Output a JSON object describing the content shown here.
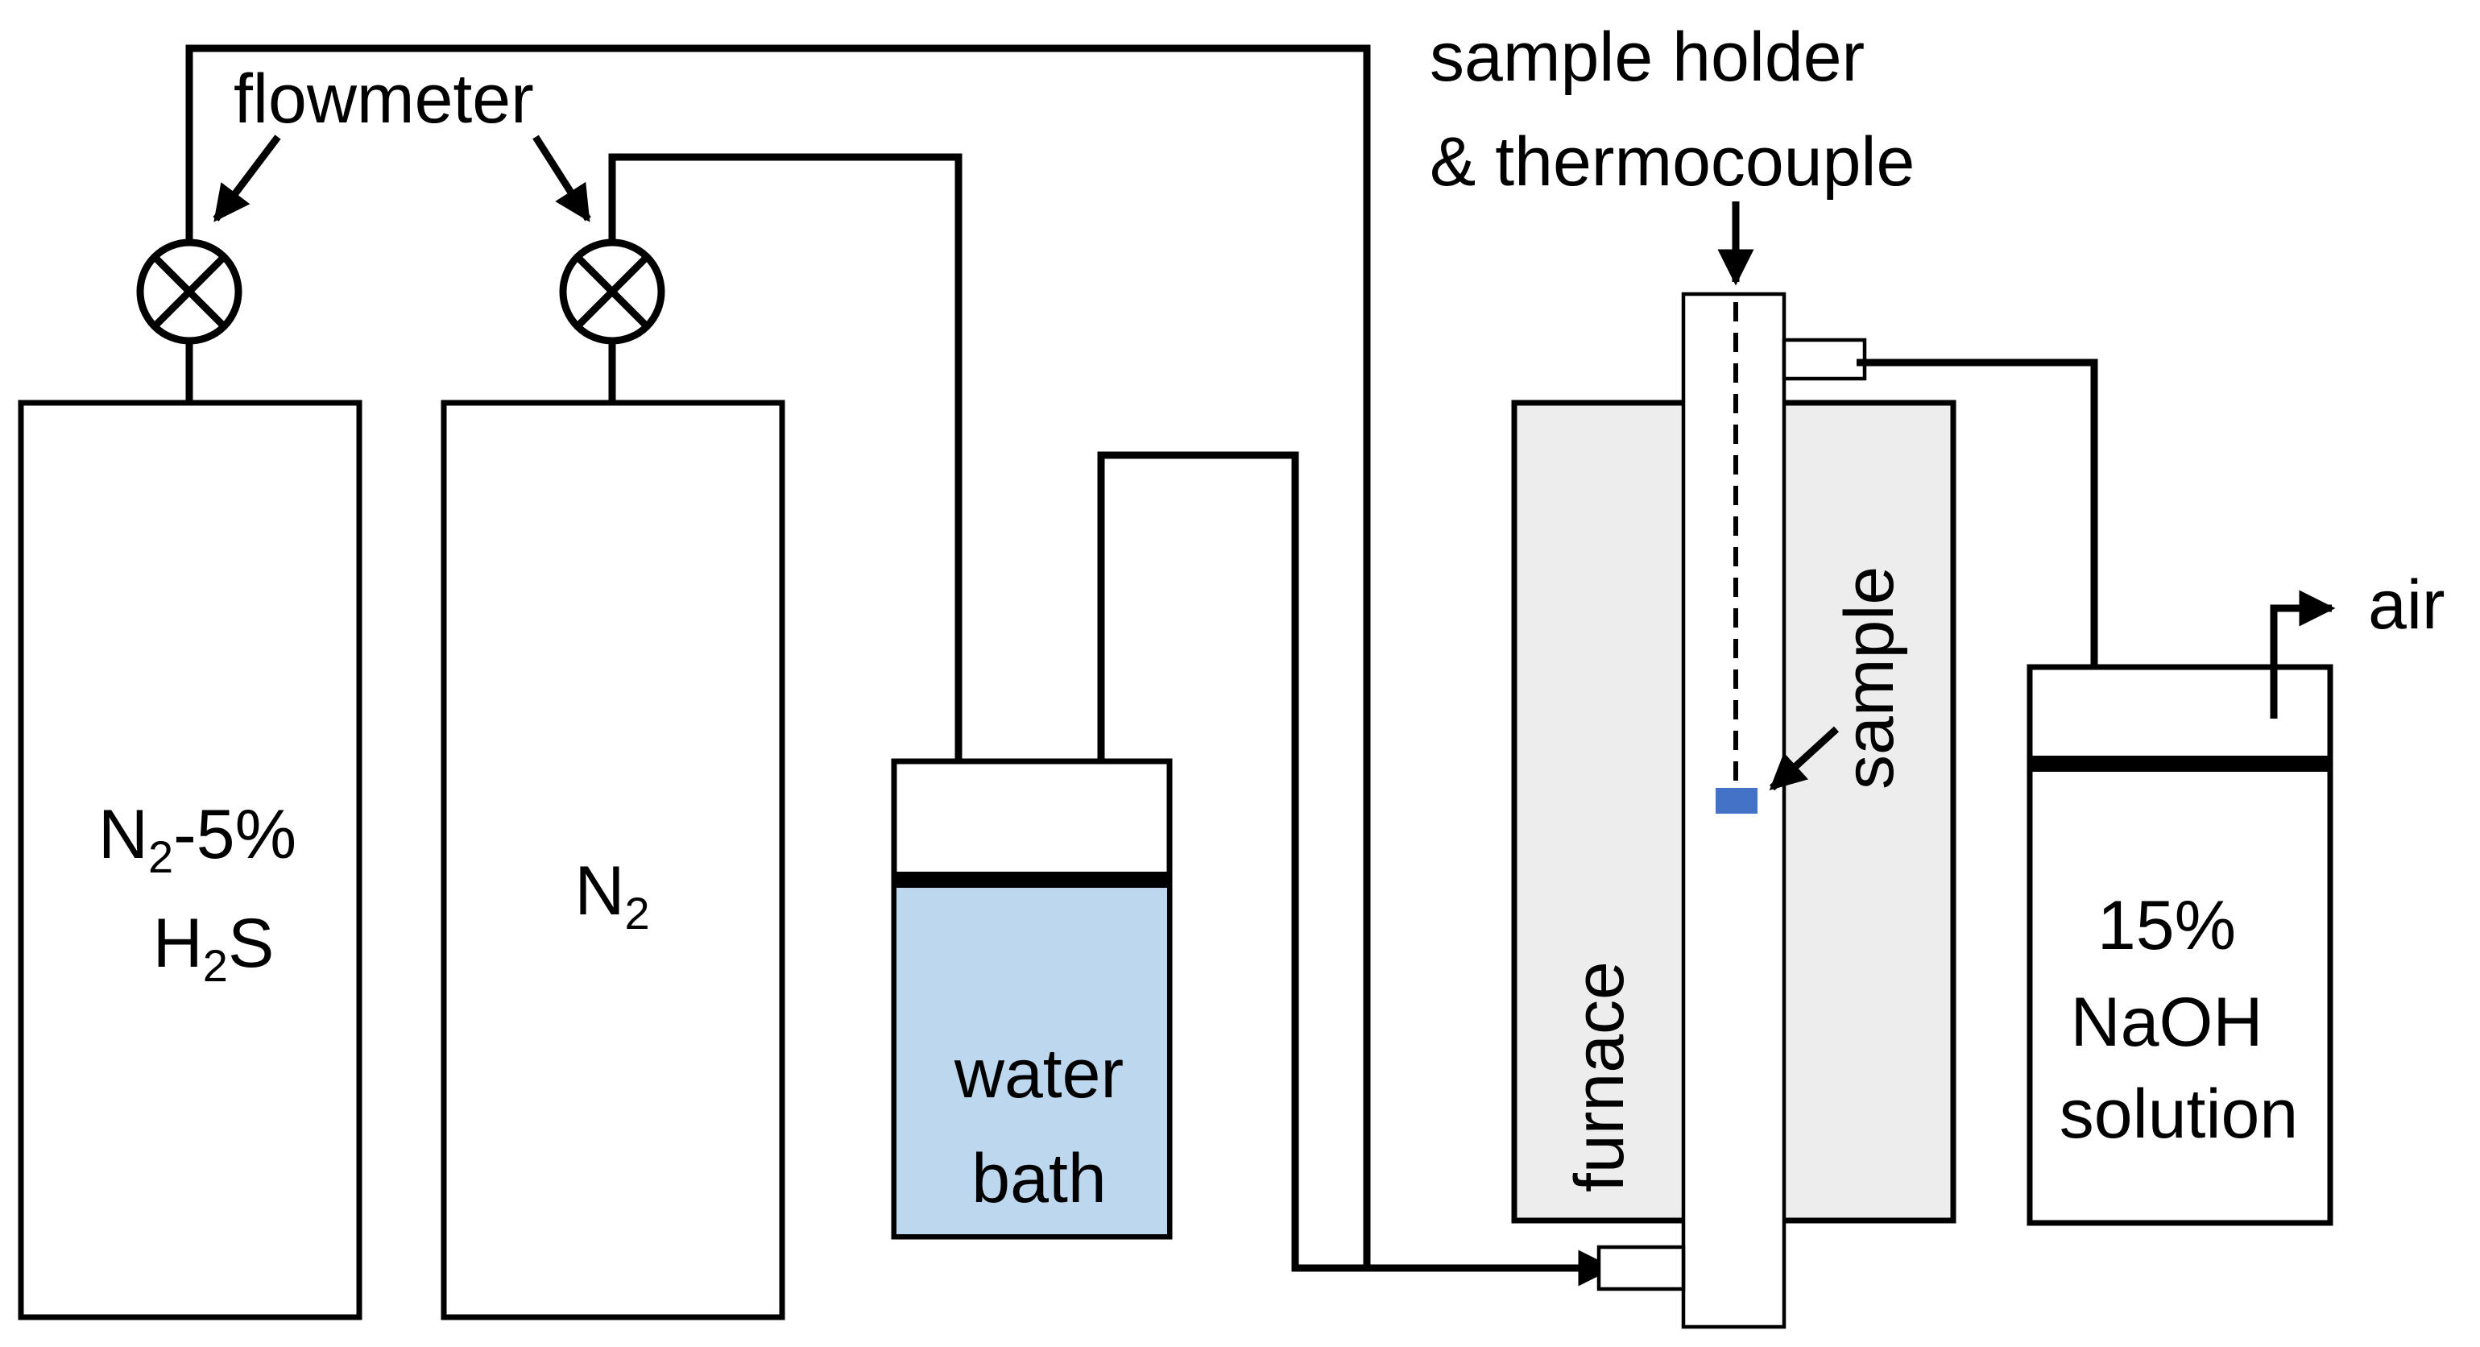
{
  "labels": {
    "flowmeter": "flowmeter",
    "sample_holder_line1": "sample holder",
    "sample_holder_line2": "& thermocouple",
    "air": "air",
    "sample": "sample",
    "furnace": "furnace"
  },
  "cylinder_h2s": {
    "n": "N",
    "n_sub": "2",
    "pct": "-5%",
    "h": "H",
    "h_sub": "2",
    "s": "S"
  },
  "cylinder_n2": {
    "n": "N",
    "n_sub": "2"
  },
  "water_bath": {
    "line1": "water",
    "line2": "bath"
  },
  "naoh_trap": {
    "line1": "15%",
    "line2": "NaOH",
    "line3": "solution"
  },
  "colors": {
    "water": "#bdd7ee",
    "furnace": "#ededed",
    "sample": "#4472c4",
    "ink": "#000000"
  }
}
